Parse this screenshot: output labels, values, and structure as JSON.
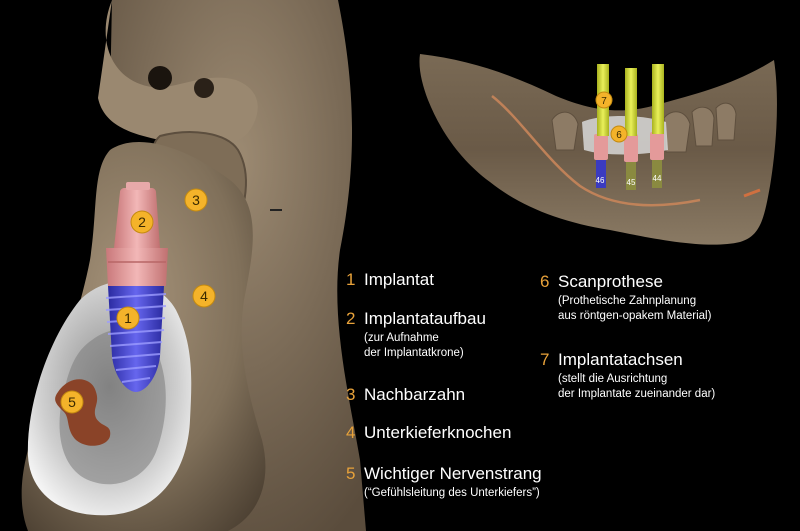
{
  "colors": {
    "background": "#000000",
    "accent_number": "#e8a23a",
    "marker_fill": "#f4b32a",
    "bone": "#8a7761",
    "abutment": "#e6a0a0",
    "implant": "#4a4ad6",
    "nerve": "#9a4f2e",
    "axis": "#d4dc3a"
  },
  "markers": {
    "m1": "1",
    "m2": "2",
    "m3": "3",
    "m4": "4",
    "m5": "5",
    "m6": "6",
    "m7": "7",
    "tooth_a": "46",
    "tooth_b": "45",
    "tooth_c": "44"
  },
  "legend": [
    {
      "num": "1",
      "label": "Implantat",
      "sub": []
    },
    {
      "num": "2",
      "label": "Implantataufbau",
      "sub": [
        "(zur Aufnahme",
        "der Implantatkrone)"
      ]
    },
    {
      "num": "3",
      "label": "Nachbarzahn",
      "sub": []
    },
    {
      "num": "4",
      "label": "Unterkieferknochen",
      "sub": []
    },
    {
      "num": "5",
      "label": "Wichtiger Nervenstrang",
      "sub": [
        "(“Gefühlsleitung des Unterkiefers”)"
      ]
    },
    {
      "num": "6",
      "label": "Scanprothese",
      "sub": [
        "(Prothetische Zahnplanung",
        "aus röntgen-opakem Material)"
      ]
    },
    {
      "num": "7",
      "label": "Implantatachsen",
      "sub": [
        "(stellt die Ausrichtung",
        "der Implantate zueinander dar)"
      ]
    }
  ]
}
